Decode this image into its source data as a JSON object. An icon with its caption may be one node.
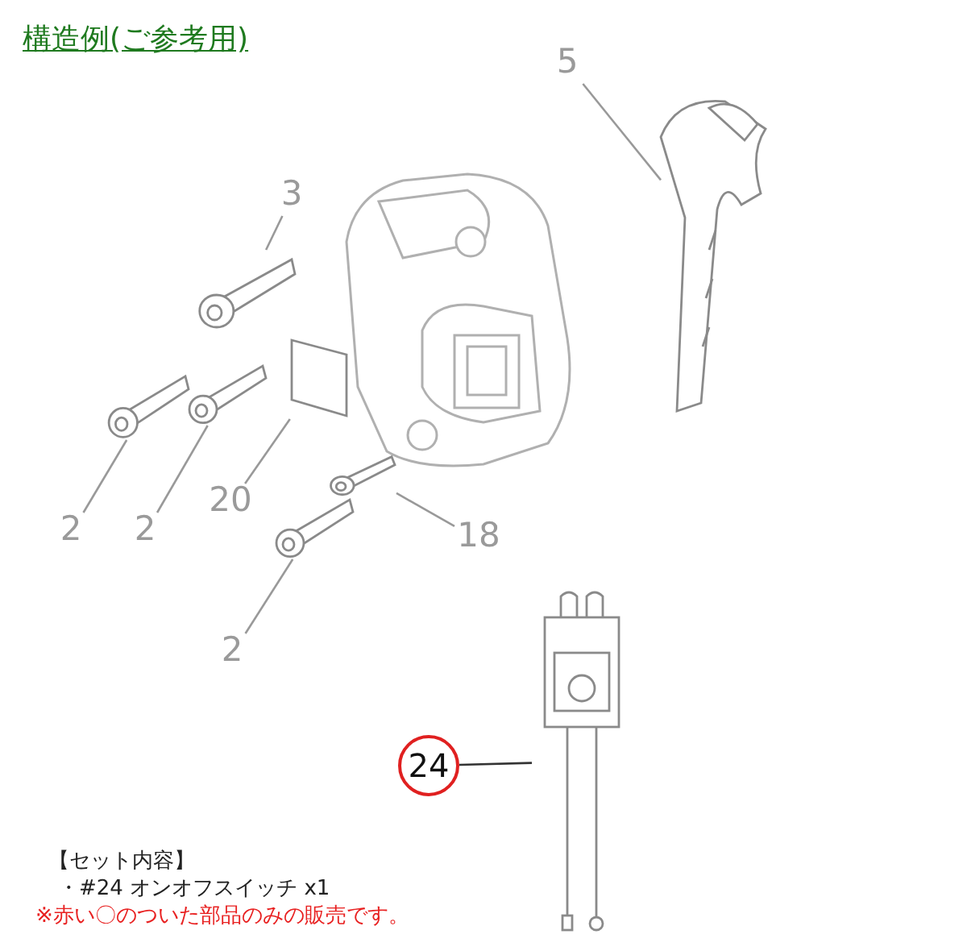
{
  "diagram": {
    "title": "構造例(ご参考用)",
    "nodes": [
      {
        "text": [
          "5"
        ]
      },
      {
        "text": [],
        "shape": "picture"
      },
      {
        "text": [
          "3"
        ]
      },
      {
        "text": [],
        "shape": "picture"
      },
      {
        "text": [
          "2"
        ]
      },
      {
        "text": [],
        "shape": "picture"
      },
      {
        "text": [
          "2"
        ]
      },
      {
        "text": [],
        "shape": "picture"
      },
      {
        "text": [
          "20"
        ]
      },
      {
        "text": [],
        "shape": "box"
      },
      {
        "text": [
          "18"
        ]
      },
      {
        "text": [],
        "shape": "picture"
      },
      {
        "text": [
          "2"
        ]
      },
      {
        "text": [],
        "shape": "picture"
      },
      {
        "text": [
          "24"
        ]
      },
      {
        "text": [],
        "shape": "picture"
      }
    ],
    "edges": [
      {
        "from": 0,
        "to": 1,
        "arrow": "none"
      },
      {
        "from": 2,
        "to": 3,
        "arrow": "none"
      },
      {
        "from": 4,
        "to": 5,
        "arrow": "none"
      },
      {
        "from": 6,
        "to": 7,
        "arrow": "none"
      },
      {
        "from": 8,
        "to": 9,
        "arrow": "none"
      },
      {
        "from": 10,
        "to": 11,
        "arrow": "none"
      },
      {
        "from": 12,
        "to": 13,
        "arrow": "none"
      },
      {
        "from": 14,
        "to": 15,
        "arrow": "none",
        "color": "#333333"
      }
    ],
    "labels": [
      "【セット内容】",
      "・#24 オンオフスイッチ x1",
      "※赤い〇のついた部品のみの販売です。"
    ]
  }
}
